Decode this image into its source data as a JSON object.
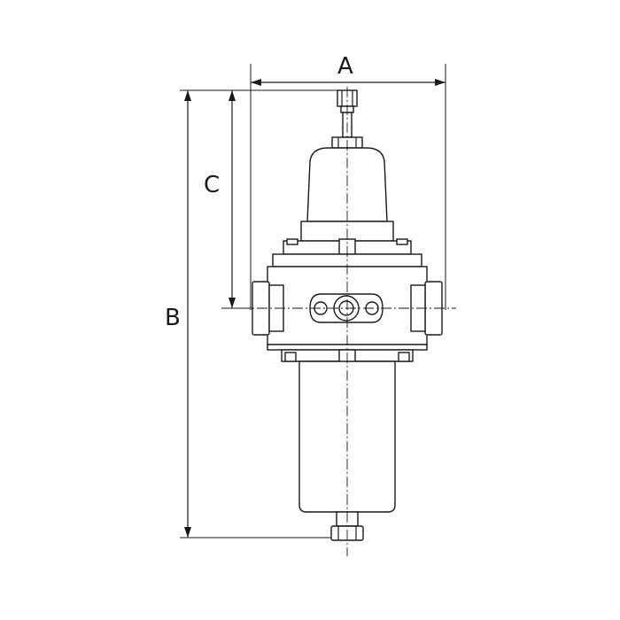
{
  "dimensions": {
    "width_label": "A",
    "height_label": "B",
    "regulator_height_label": "C"
  },
  "colors": {
    "line": "#1a1a1a",
    "background": "#ffffff"
  }
}
